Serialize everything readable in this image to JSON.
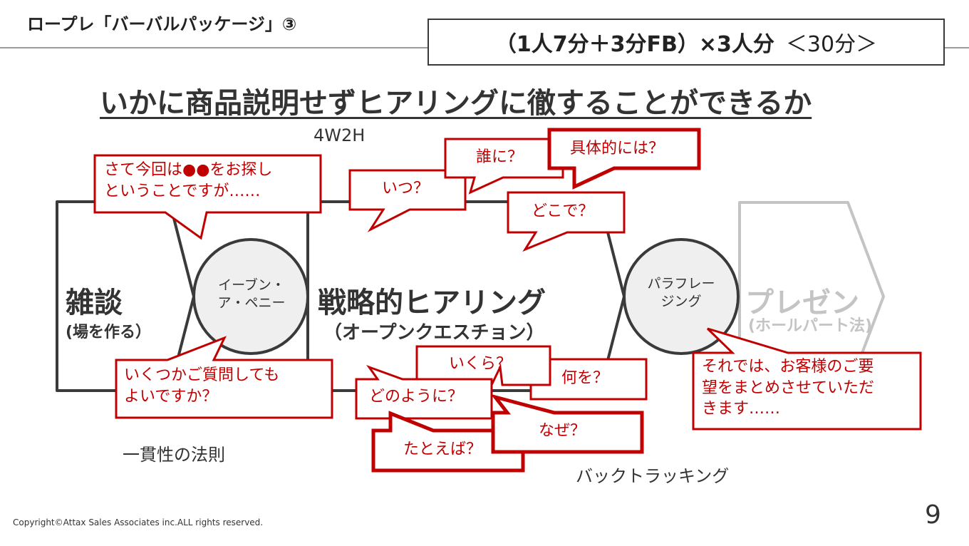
{
  "slide": {
    "title": "ロープレ「バーバルパッケージ」③",
    "time_main": "（1人7分＋3分FB）×3人分",
    "time_note": "＜30分＞",
    "headline": "いかに商品説明せずヒアリングに徹することができるか",
    "page_number": "9",
    "copyright": "Copyright©Attax Sales Associates inc.ALL rights reserved."
  },
  "diagram": {
    "label_4w2h": "4W2H",
    "stage_zatsudan": "雑談",
    "stage_zatsudan_sub": "(場を作る）",
    "stage_senryaku": "戦略的ヒアリング",
    "stage_senryaku_sub": "（オープンクエスチョン）",
    "stage_presen": "プレゼン",
    "stage_presen_sub": "(ホールパート法)",
    "circle_even_line1": "イーブン・",
    "circle_even_line2": "ア・ペニー",
    "circle_para_line1": "パラフレー",
    "circle_para_line2": "ジング",
    "label_law": "一貫性の法則",
    "label_backtracking": "バックトラッキング",
    "colors": {
      "accent_red": "#c00000",
      "line_dark": "#3a3a3a",
      "circle_fill": "#efefef",
      "faded_gray": "#c4c4c4"
    }
  },
  "bubbles": {
    "opening_line1": "さて今回は●●をお探し",
    "opening_line2": "ということですが……",
    "question_line1": "いくつかご質問しても",
    "question_line2": "よいですか？",
    "itsu": "いつ？",
    "dare": "誰に？",
    "gutai": "具体的には？",
    "doko": "どこで？",
    "ikura": "いくら？",
    "nani": "何を？",
    "donoyou": "どのように？",
    "naze": "なぜ？",
    "tatoeba": "たとえば？",
    "summary_line1": "それでは、お客様のご要",
    "summary_line2": "望をまとめさせていただ",
    "summary_line3": "きます……"
  }
}
